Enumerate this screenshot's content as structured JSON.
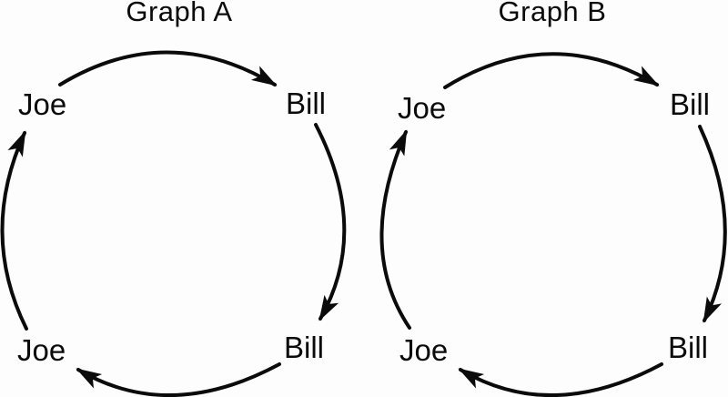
{
  "figure": {
    "background_color": "#fdfdfd",
    "ink_color": "#0b0b0b",
    "description": "Two directed cycle graphs drawn side by side, each a four-node cycle of Joe and Bill labels connected by curved arrows"
  },
  "graph_a": {
    "title": "Graph A",
    "nodes": {
      "joe_top": "Joe",
      "bill_top": "Bill",
      "bill_bottom": "Bill",
      "joe_bottom": "Joe"
    },
    "edges": [
      {
        "from": "joe_top",
        "to": "bill_top",
        "shape": "arc over the top, arrowhead at Bill (top)"
      },
      {
        "from": "bill_top",
        "to": "bill_bottom",
        "shape": "arc down the right side, arrowhead at Bill (bottom)"
      },
      {
        "from": "bill_bottom",
        "to": "joe_bottom",
        "shape": "arc along the bottom, arrowhead at Joe (bottom)"
      },
      {
        "from": "joe_bottom",
        "to": "joe_top",
        "shape": "arc up the left side, arrowhead at Joe (top)"
      }
    ]
  },
  "graph_b": {
    "title": "Graph B",
    "nodes": {
      "joe_top": "Joe",
      "bill_top": "Bill",
      "bill_bottom": "Bill",
      "joe_bottom": "Joe"
    },
    "edges": [
      {
        "from": "joe_top",
        "to": "bill_top",
        "shape": "arc over the top, arrowhead at Bill (top)"
      },
      {
        "from": "bill_top",
        "to": "bill_bottom",
        "shape": "arc down the right side, arrowhead at Bill (bottom)"
      },
      {
        "from": "bill_bottom",
        "to": "joe_bottom",
        "shape": "arc along the bottom, arrowhead at Joe (bottom)"
      },
      {
        "from": "joe_bottom",
        "to": "joe_top",
        "shape": "arc up the left side, arrowhead at Joe (top)"
      }
    ]
  }
}
